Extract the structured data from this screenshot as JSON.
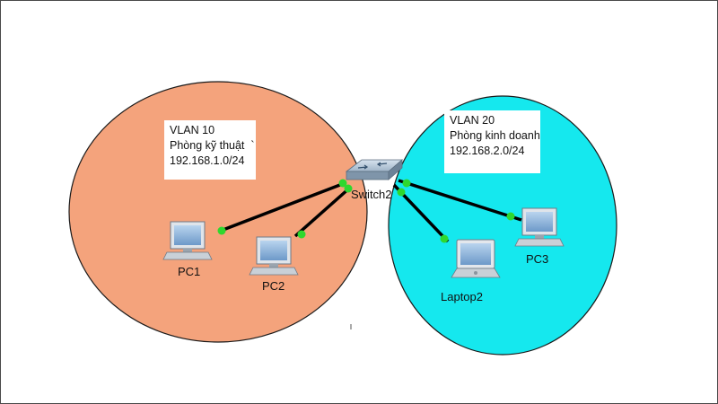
{
  "colors": {
    "vlan10_zone": "#f4a37c",
    "vlan20_zone": "#15e8ee",
    "link": "#000000",
    "port_up": "#2ed82e"
  },
  "vlan10": {
    "name": "VLAN 10",
    "department": "Phòng kỹ thuật  `",
    "subnet": "192.168.1.0/24"
  },
  "vlan20": {
    "name": "VLAN 20",
    "department": "Phòng kinh doanh",
    "subnet": "192.168.2.0/24"
  },
  "devices": {
    "switch": {
      "label": "Switch2",
      "icon": "switch-icon"
    },
    "pc1": {
      "label": "PC1",
      "icon": "desktop-pc-icon"
    },
    "pc2": {
      "label": "PC2",
      "icon": "desktop-pc-icon"
    },
    "pc3": {
      "label": "PC3",
      "icon": "desktop-pc-icon"
    },
    "laptop2": {
      "label": "Laptop2",
      "icon": "laptop-icon"
    }
  }
}
